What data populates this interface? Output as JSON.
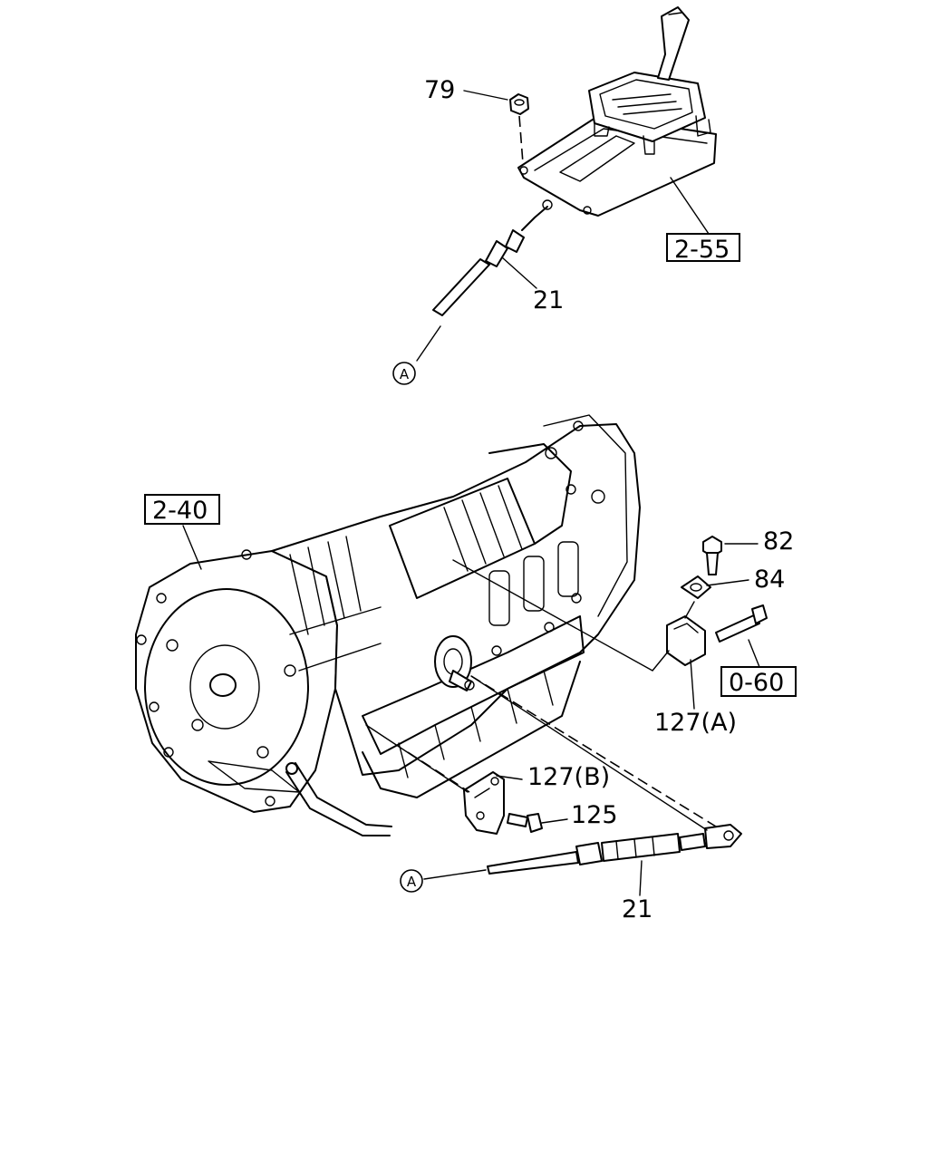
{
  "callouts": {
    "c79": "79",
    "c21_top": "21",
    "c82": "82",
    "c84": "84",
    "c127a": "127(A)",
    "c127b": "127(B)",
    "c125": "125",
    "c21_bottom": "21"
  },
  "reference_boxes": {
    "r255": "2-55",
    "r240": "2-40",
    "r060": "0-60"
  },
  "connection_markers": {
    "top": "A",
    "bottom": "A"
  }
}
